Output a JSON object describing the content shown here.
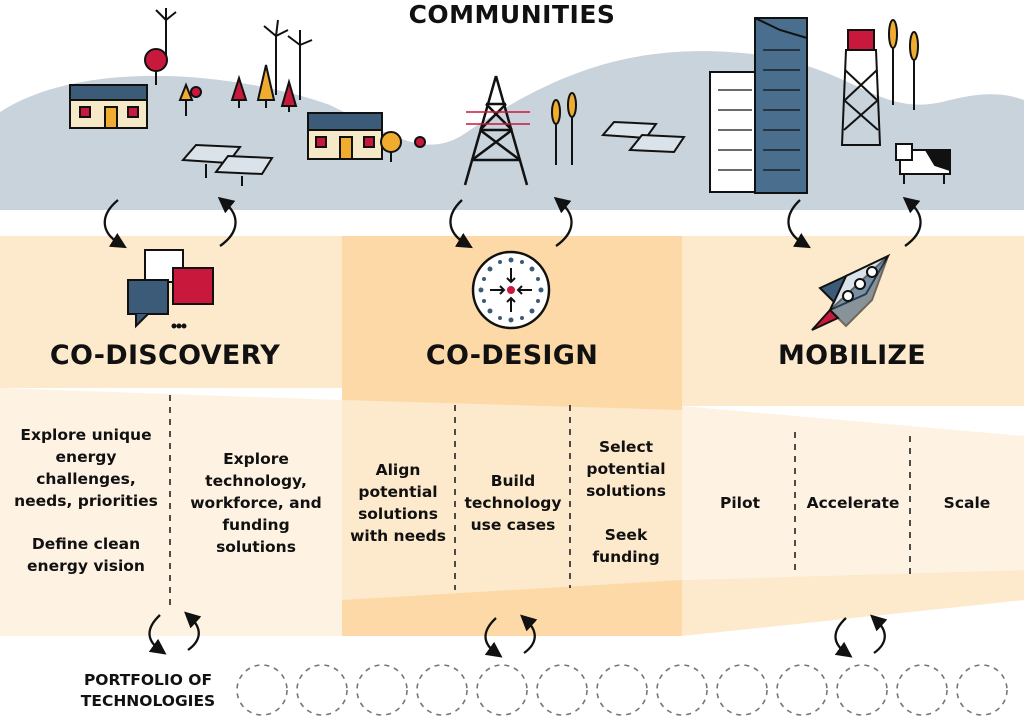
{
  "title": "COMMUNITIES",
  "phases": [
    {
      "label": "CO-DISCOVERY",
      "icon": "speech-bubbles-icon"
    },
    {
      "label": "CO-DESIGN",
      "icon": "converging-arrows-icon"
    },
    {
      "label": "MOBILIZE",
      "icon": "rocket-icon"
    }
  ],
  "steps": {
    "discovery_1a": "Explore unique energy challenges, needs, priorities",
    "discovery_1b": "Define clean energy vision",
    "discovery_2": "Explore technology, workforce, and funding solutions",
    "design_1": "Align potential solutions with needs",
    "design_2": "Build technology use cases",
    "design_3a": "Select potential solutions",
    "design_3b": "Seek funding",
    "mobilize_1": "Pilot",
    "mobilize_2": "Accelerate",
    "mobilize_3": "Scale"
  },
  "portfolio_label": "PORTFOLIO OF TECHNOLOGIES",
  "colors": {
    "hills": "#c8d3dc",
    "band_light": "#fde9cc",
    "band_mid": "#fcd9a6",
    "band_pale": "#fef3e3",
    "navy": "#3b5b78",
    "red": "#c8183c",
    "mustard": "#f0ac2e",
    "steel": "#4a6f8e"
  }
}
